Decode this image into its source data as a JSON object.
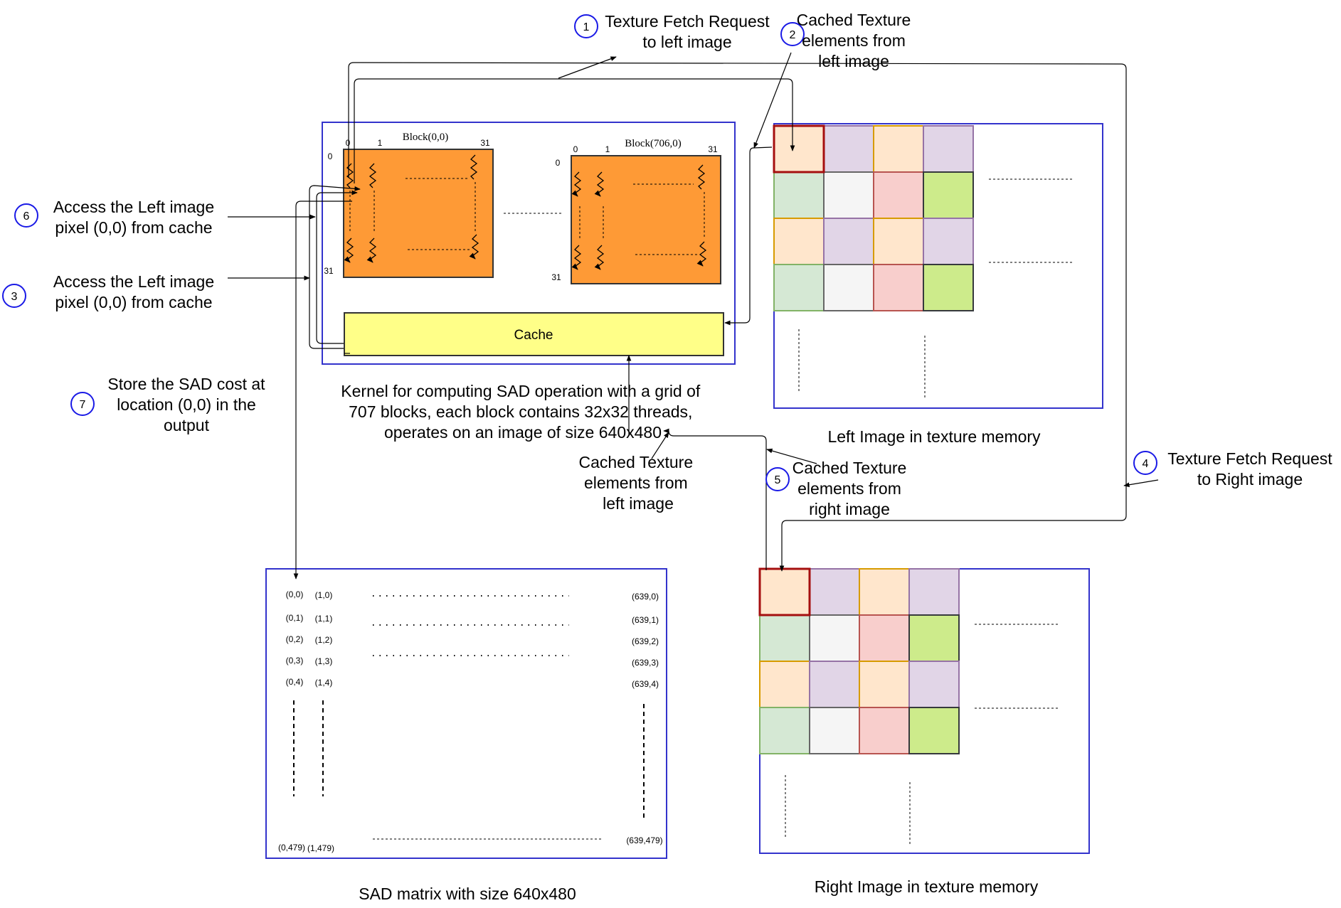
{
  "colors": {
    "container_border": "#3333cc",
    "block_fill": "#fe9a36",
    "cache_fill": "#ffff88",
    "step_circle": "#1a1ae6",
    "cell_peach": "#ffe6cc",
    "cell_lavender": "#e1d5e7",
    "cell_mint": "#d5e8d4",
    "cell_white": "#f5f5f5",
    "cell_pink": "#f8cecc",
    "cell_lime": "#cdeb8b",
    "highlight_border": "#a50f0f"
  },
  "steps": [
    {
      "num": "1",
      "lines": [
        "Texture Fetch Request",
        "to left image"
      ]
    },
    {
      "num": "2",
      "lines": [
        "Cached Texture",
        "elements from",
        "left image"
      ]
    },
    {
      "num": "3",
      "lines": [
        "Access the Left image",
        "pixel (0,0) from cache"
      ]
    },
    {
      "num": "4",
      "lines": [
        "Texture Fetch Request",
        "to Right image"
      ]
    },
    {
      "num": "5",
      "lines": [
        "Cached Texture",
        "elements from",
        "right image"
      ]
    },
    {
      "num": "6",
      "lines": [
        "Access the Left image",
        "pixel (0,0) from cache"
      ]
    },
    {
      "num": "7",
      "lines": [
        "Store the SAD cost at",
        "location (0,0) in the",
        "output"
      ]
    }
  ],
  "cached_left_label": [
    "Cached Texture",
    "elements from",
    "left image"
  ],
  "kernel": {
    "caption": [
      "Kernel for computing SAD operation with a grid of",
      "707 blocks, each block contains 32x32 threads,",
      "operates on an image of size 640x480"
    ],
    "block_a": {
      "title": "Block(0,0)",
      "col0": "0",
      "col1": "1",
      "col_last": "31",
      "row0": "0",
      "row_last": "31"
    },
    "block_b": {
      "title": "Block(706,0)",
      "col0": "0",
      "col1": "1",
      "col_last": "31",
      "row0": "0",
      "row_last": "31"
    },
    "cache_label": "Cache"
  },
  "left_image_label": "Left Image in texture memory",
  "right_image_label": "Right Image in texture memory",
  "sad": {
    "label": "SAD matrix with size 640x480",
    "col0": [
      "(0,0)",
      "(0,1)",
      "(0,2)",
      "(0,3)",
      "(0,4)"
    ],
    "col1": [
      "(1,0)",
      "(1,1)",
      "(1,2)",
      "(1,3)",
      "(1,4)"
    ],
    "col_last": [
      "(639,0)",
      "(639,1)",
      "(639,2)",
      "(639,3)",
      "(639,4)"
    ],
    "bottom_left": "(0,479)",
    "bottom_second": "(1,479)",
    "bottom_right": "(639,479)"
  }
}
